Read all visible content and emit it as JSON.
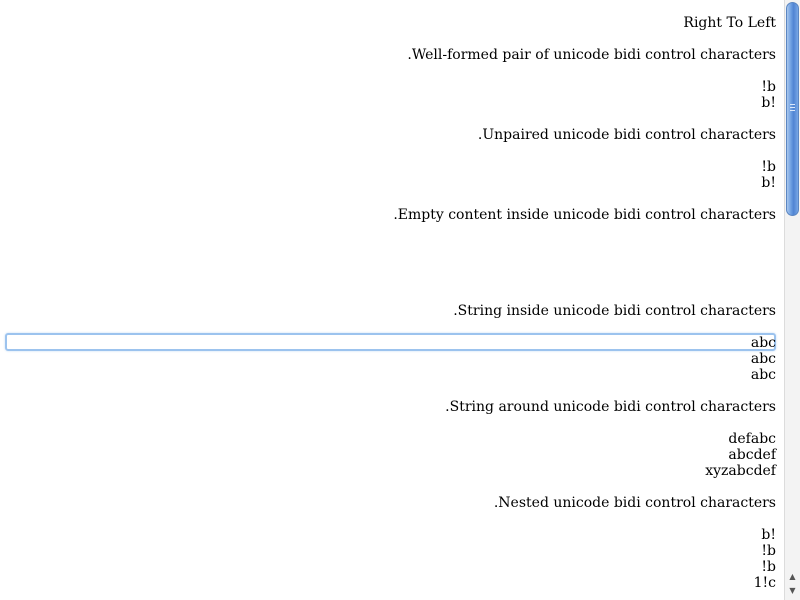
{
  "page": {
    "lines": [
      "Right To Left",
      ".Well-formed pair of unicode bidi control characters",
      "!b",
      "b!",
      ".Unpaired unicode bidi control characters",
      "!b",
      "b!",
      ".Empty content inside unicode bidi control characters",
      ".String inside unicode bidi control characters",
      "abc",
      "abc",
      "abc",
      ".String around unicode bidi control characters",
      "defabc",
      "abcdef",
      "xyzabcdef",
      ".Nested unicode bidi control characters",
      "b!",
      "!b",
      "!b",
      "1!c"
    ]
  },
  "scrollbar": {
    "up_arrow": "▲",
    "down_arrow": "▼",
    "thumb_color": "#4f84d3"
  },
  "colors": {
    "focus_ring": "#9cc3ee",
    "text": "#000000",
    "background": "#ffffff"
  }
}
